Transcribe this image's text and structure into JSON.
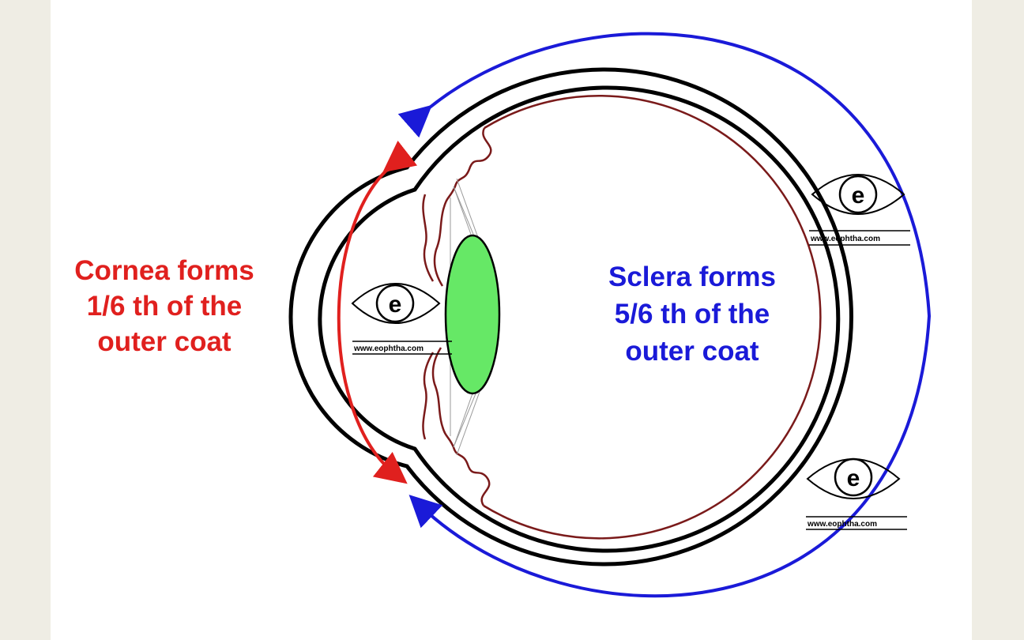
{
  "cornea_label": {
    "lines": [
      "Cornea forms",
      "1/6 th of the",
      "outer coat"
    ],
    "color": "#e0201e"
  },
  "sclera_label": {
    "lines": [
      "Sclera forms",
      "5/6 th of the",
      "outer coat"
    ],
    "color": "#1a1ad8"
  },
  "watermark": {
    "letter": "e",
    "url": "www.eophtha.com"
  },
  "colors": {
    "background": "#efede4",
    "panel": "#ffffff",
    "outer_coat": "#000000",
    "retina_uvea": "#7a1a1a",
    "lens": "#66e866",
    "cornea_arrow": "#e0201e",
    "sclera_arrow": "#1a1ad8"
  }
}
